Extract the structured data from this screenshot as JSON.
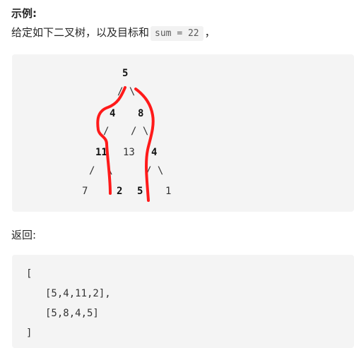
{
  "heading": "示例:",
  "intro": {
    "text_before": "给定如下二叉树，以及目标和",
    "code": "sum = 22",
    "text_after": "，"
  },
  "tree": {
    "root": "5",
    "edges_l1": "/ \\",
    "l2_left": "4",
    "l2_right": "8",
    "edges_l2_left": "/",
    "edges_l2_right": "/ \\",
    "l3_a": "11",
    "l3_b": "13",
    "l3_c": "4",
    "edges_l3_a": "/  \\",
    "edges_l3_c": "/ \\",
    "l4_a": "7",
    "l4_b": "2",
    "l4_c": "5",
    "l4_d": "1"
  },
  "returns_label": "返回:",
  "result": {
    "open": "[",
    "line1": "[5,4,11,2],",
    "line2": "[5,8,4,5]",
    "close": "]"
  },
  "colors": {
    "path_highlight": "#ff1a1a"
  }
}
